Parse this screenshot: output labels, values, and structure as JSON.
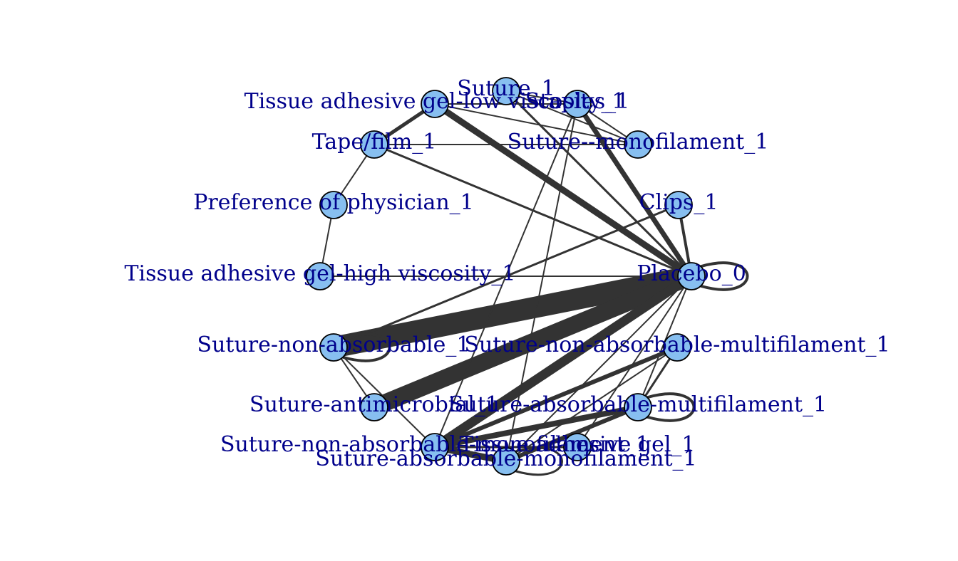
{
  "diagram": {
    "type": "network",
    "colors": {
      "node_fill": "#87bff0",
      "node_stroke": "#000000",
      "edge": "#333333",
      "label": "#00008b",
      "background": "#ffffff"
    },
    "nodes": [
      {
        "id": "suture",
        "label": "Suture_1"
      },
      {
        "id": "staples",
        "label": "Staples_1"
      },
      {
        "id": "tag_low",
        "label": "Tissue adhesive gel-low viscosity_1"
      },
      {
        "id": "tape",
        "label": "Tape/film_1"
      },
      {
        "id": "mono",
        "label": "Suture--monofilament_1"
      },
      {
        "id": "pref",
        "label": "Preference of physician_1"
      },
      {
        "id": "clips",
        "label": "Clips_1"
      },
      {
        "id": "tag_high",
        "label": "Tissue adhesive gel-high viscosity_1"
      },
      {
        "id": "placebo",
        "label": "Placebo_0"
      },
      {
        "id": "sna",
        "label": "Suture-non-absorbable_1"
      },
      {
        "id": "snam",
        "label": "Suture-non-absorbable-multifilament_1"
      },
      {
        "id": "santi",
        "label": "Suture-antimicrobial_1"
      },
      {
        "id": "sam",
        "label": "Suture-absorbable-multifilament_1"
      },
      {
        "id": "snamono",
        "label": "Suture-non-absorbable-monofilament_1"
      },
      {
        "id": "tag",
        "label": "Tissue adhesive gel_1"
      },
      {
        "id": "samono",
        "label": "Suture-absorbable-monofilament_1"
      }
    ],
    "edges": [
      {
        "from": "placebo",
        "to": "sna",
        "weight": 30
      },
      {
        "from": "placebo",
        "to": "santi",
        "weight": 24
      },
      {
        "from": "placebo",
        "to": "tag_low",
        "weight": 9
      },
      {
        "from": "placebo",
        "to": "staples",
        "weight": 7
      },
      {
        "from": "placebo",
        "to": "snamono",
        "weight": 13
      },
      {
        "from": "placebo",
        "to": "suture",
        "weight": 3
      },
      {
        "from": "placebo",
        "to": "tape",
        "weight": 3
      },
      {
        "from": "placebo",
        "to": "clips",
        "weight": 4
      },
      {
        "from": "placebo",
        "to": "tag_high",
        "weight": 2
      },
      {
        "from": "placebo",
        "to": "samono",
        "weight": 2
      },
      {
        "from": "placebo",
        "to": "sam",
        "weight": 2
      },
      {
        "from": "placebo",
        "to": "tag",
        "weight": 2
      },
      {
        "from": "placebo",
        "to": "placebo",
        "weight": 4,
        "loop": true
      },
      {
        "from": "tag_low",
        "to": "tape",
        "weight": 5
      },
      {
        "from": "tag_low",
        "to": "mono",
        "weight": 2
      },
      {
        "from": "tag_low",
        "to": "staples",
        "weight": 2
      },
      {
        "from": "tape",
        "to": "mono",
        "weight": 2
      },
      {
        "from": "tape",
        "to": "pref",
        "weight": 2
      },
      {
        "from": "pref",
        "to": "tag_high",
        "weight": 2
      },
      {
        "from": "suture",
        "to": "staples",
        "weight": 2
      },
      {
        "from": "suture",
        "to": "mono",
        "weight": 2
      },
      {
        "from": "staples",
        "to": "mono",
        "weight": 2
      },
      {
        "from": "staples",
        "to": "snamono",
        "weight": 2
      },
      {
        "from": "staples",
        "to": "samono",
        "weight": 2
      },
      {
        "from": "clips",
        "to": "sna",
        "weight": 3
      },
      {
        "from": "sna",
        "to": "santi",
        "weight": 2
      },
      {
        "from": "sna",
        "to": "snamono",
        "weight": 2
      },
      {
        "from": "sna",
        "to": "sna",
        "weight": 4,
        "loop": true
      },
      {
        "from": "snam",
        "to": "snamono",
        "weight": 6
      },
      {
        "from": "snam",
        "to": "sam",
        "weight": 3
      },
      {
        "from": "snam",
        "to": "samono",
        "weight": 2
      },
      {
        "from": "sam",
        "to": "snamono",
        "weight": 8
      },
      {
        "from": "sam",
        "to": "samono",
        "weight": 6
      },
      {
        "from": "sam",
        "to": "sam",
        "weight": 4,
        "loop": true
      },
      {
        "from": "snamono",
        "to": "samono",
        "weight": 9
      },
      {
        "from": "snamono",
        "to": "tag",
        "weight": 3
      },
      {
        "from": "samono",
        "to": "samono",
        "weight": 3,
        "loop": true
      }
    ]
  }
}
